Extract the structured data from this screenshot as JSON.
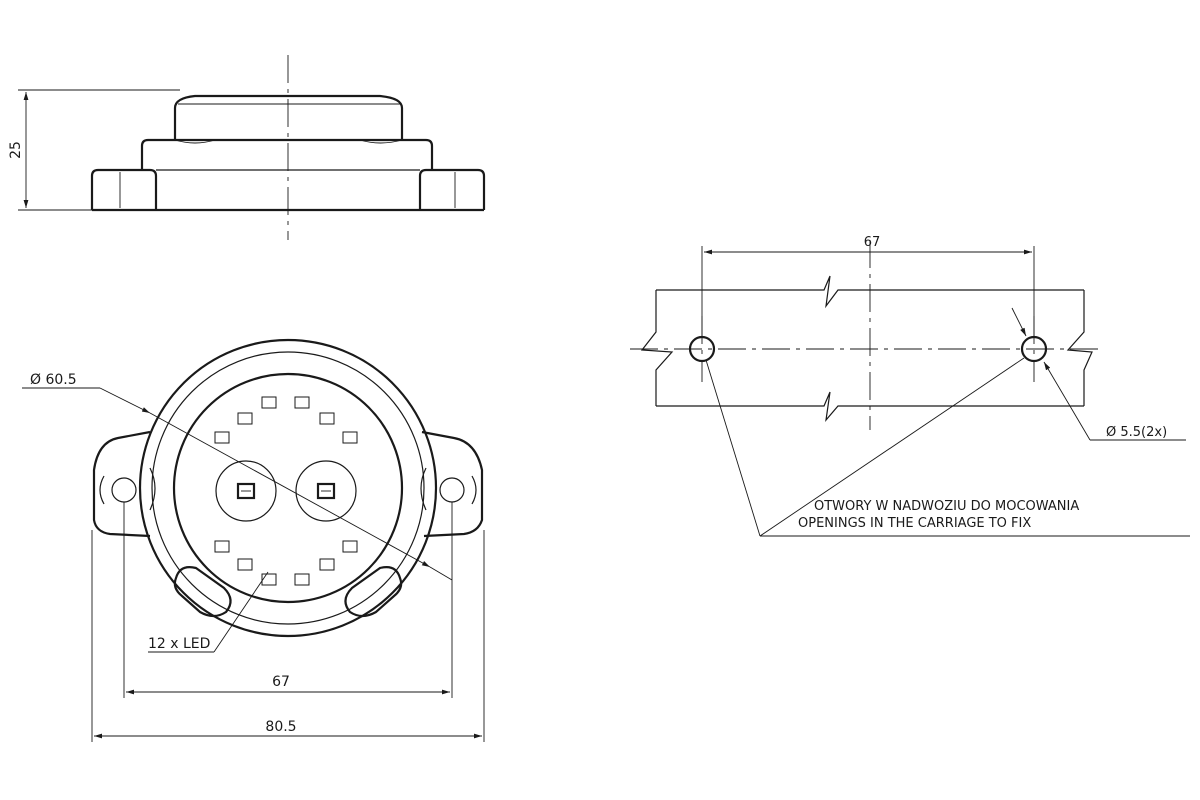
{
  "dimensions": {
    "height": "25",
    "diameter_body": "Ø 60.5",
    "led_count": "12 x LED",
    "hole_spacing": "67",
    "total_width": "80.5",
    "mount_spacing": "67",
    "mount_hole_diameter": "Ø 5.5(2x)"
  },
  "notes": {
    "polish": "OTWORY W NADWOZIU DO MOCOWANIA",
    "english": "OPENINGS IN THE CARRIAGE TO FIX"
  }
}
